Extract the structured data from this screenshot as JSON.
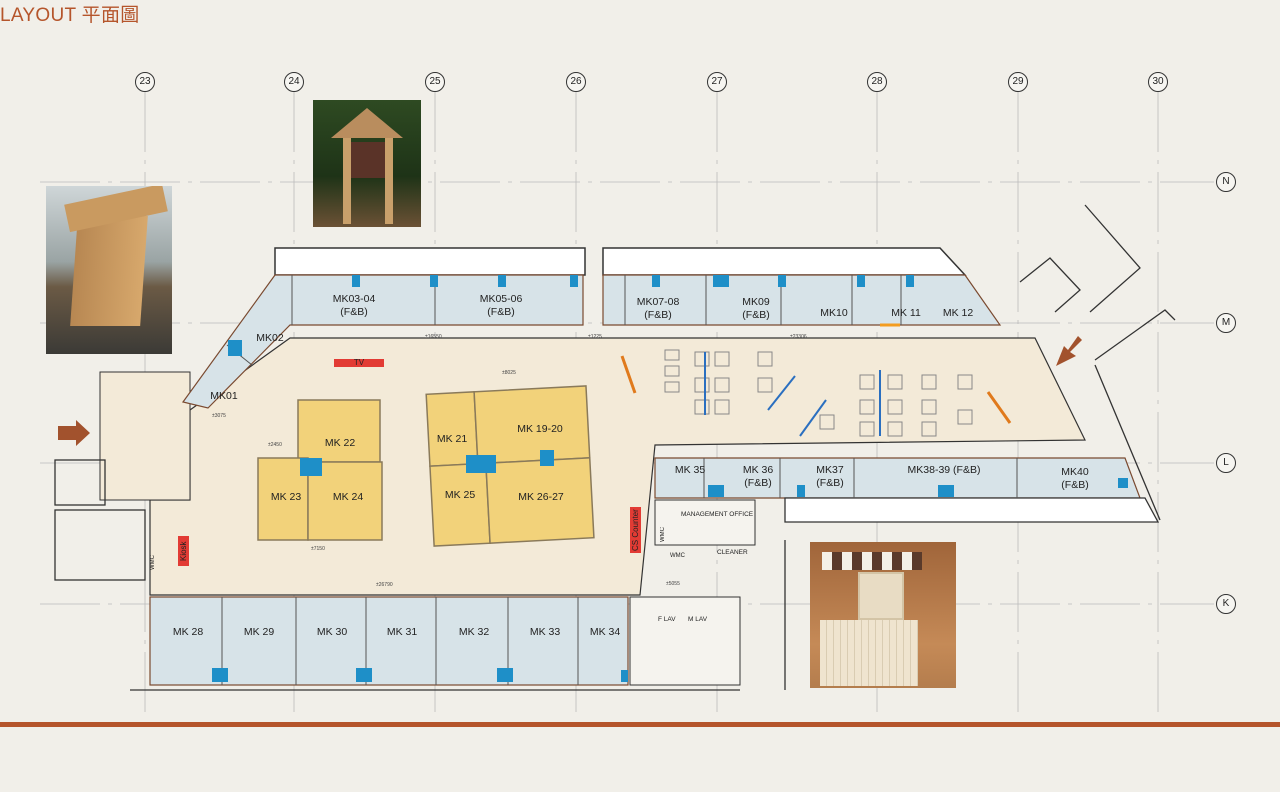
{
  "title": "LAYOUT 平面圖",
  "grid": {
    "columns": [
      "23",
      "24",
      "25",
      "26",
      "27",
      "28",
      "29",
      "30"
    ],
    "rows": [
      "N",
      "M",
      "L",
      "K"
    ]
  },
  "shops": {
    "mk01": "MK01",
    "mk02": "MK02",
    "mk03_04": "MK03-04",
    "mk05_06": "MK05-06",
    "mk07_08": "MK07-08",
    "mk09": "MK09",
    "mk10": "MK10",
    "mk11": "MK 11",
    "mk12": "MK 12",
    "mk19_20": "MK 19-20",
    "mk21": "MK 21",
    "mk22": "MK 22",
    "mk23": "MK 23",
    "mk24": "MK 24",
    "mk25": "MK 25",
    "mk26_27": "MK 26-27",
    "mk28": "MK 28",
    "mk29": "MK 29",
    "mk30": "MK 30",
    "mk31": "MK 31",
    "mk32": "MK 32",
    "mk33": "MK 33",
    "mk34": "MK 34",
    "mk35": "MK 35",
    "mk36": "MK 36",
    "mk37": "MK37",
    "mk38_39": "MK38-39 (F&B)",
    "mk40": "MK40",
    "fb": "(F&B)"
  },
  "facilities": {
    "tv": "TV",
    "kiosk": "Kiosk",
    "cs_counter": "CS Counter",
    "management_office": "MANAGEMENT OFFICE",
    "wmc": "WMC",
    "cleaner": "CLEANER",
    "f_lav": "F LAV",
    "m_lav": "M LAV"
  },
  "dimensions": {
    "d1": "±16550",
    "d2": "±1225",
    "d3": "±23306",
    "d4": "±26790",
    "d5": "±7150",
    "d6": "±8025",
    "d7": "±3075",
    "d8": "±5055",
    "d9": "±2450"
  },
  "colors": {
    "accent": "#b5552b",
    "shop": "#d7e3e8",
    "popup": "#f2d27a",
    "floor": "#f3ead8",
    "marker": "#1e8fc8"
  }
}
